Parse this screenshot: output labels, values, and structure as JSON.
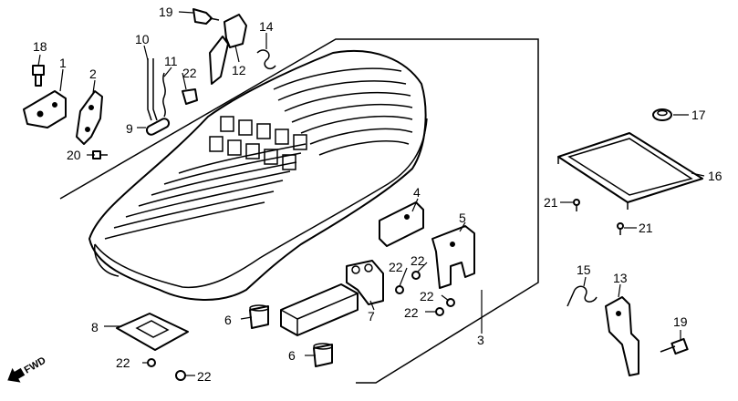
{
  "diagram": {
    "direction_label": "FWD",
    "callouts": {
      "c1": "1",
      "c2": "2",
      "c3": "3",
      "c4": "4",
      "c5": "5",
      "c6a": "6",
      "c6b": "6",
      "c7": "7",
      "c8": "8",
      "c9": "9",
      "c10": "10",
      "c11": "11",
      "c12": "12",
      "c13": "13",
      "c14": "14",
      "c15": "15",
      "c16": "16",
      "c17": "17",
      "c18": "18",
      "c19a": "19",
      "c19b": "19",
      "c20": "20",
      "c21a": "21",
      "c21b": "21",
      "c22a": "22",
      "c22b": "22",
      "c22c": "22",
      "c22d": "22",
      "c22e": "22",
      "c22f": "22",
      "c22g": "22"
    }
  }
}
